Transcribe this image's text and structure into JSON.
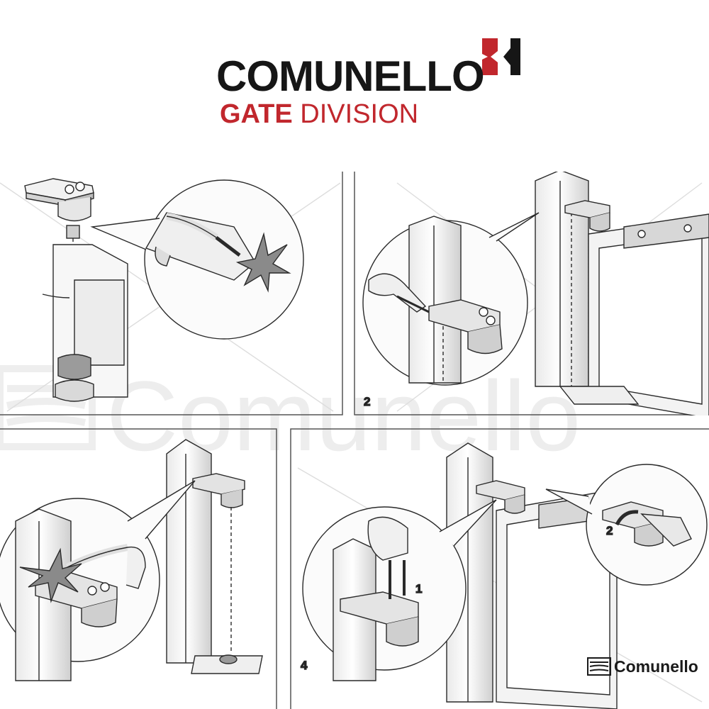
{
  "header": {
    "brand_name": "COMUNELLO",
    "subtitle_strong": "GATE",
    "subtitle_rest": " DIVISION"
  },
  "colors": {
    "brand_red": "#c1272d",
    "brand_dark": "#161616",
    "line_art": "#2a2a2a"
  },
  "watermark": {
    "text": "Comunello"
  },
  "panels": [
    {
      "id": "panel-1",
      "number": ""
    },
    {
      "id": "panel-2",
      "number": "2"
    },
    {
      "id": "panel-3",
      "number": ""
    },
    {
      "id": "panel-4",
      "number": "4"
    }
  ],
  "callouts": {
    "panel4_bolts": "1",
    "panel4_wrench": "2"
  },
  "footer": {
    "logo_text": "Comunello",
    "logo_icon": "comunello-mark-icon"
  }
}
